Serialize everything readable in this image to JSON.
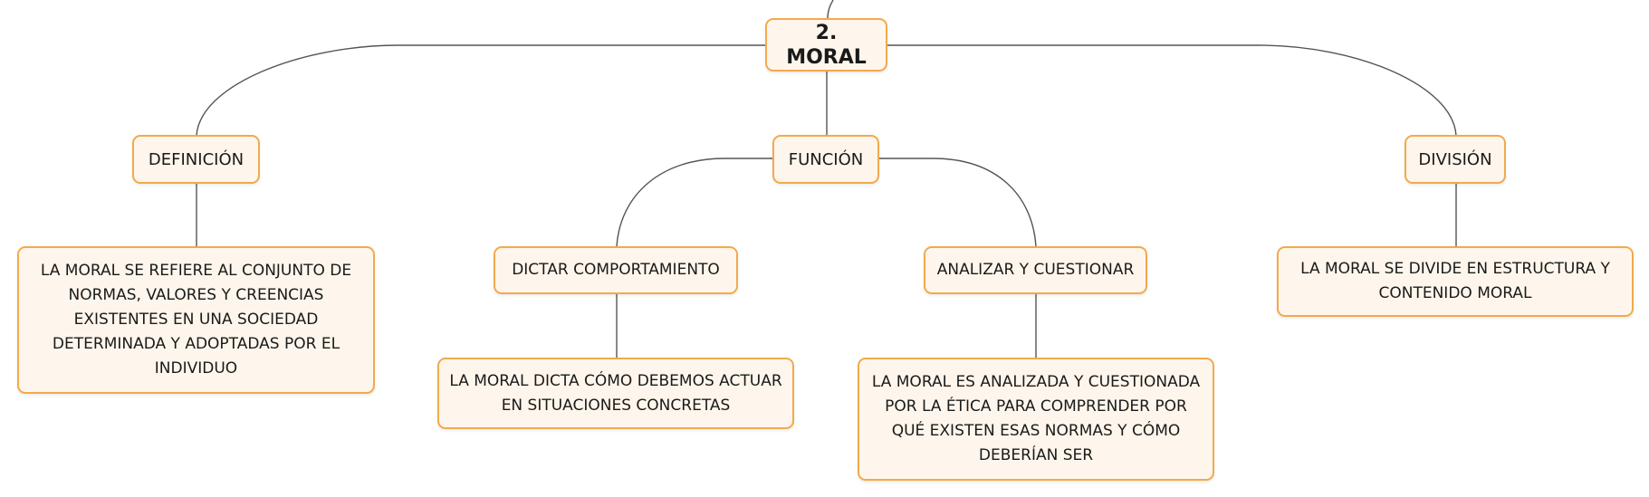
{
  "colors": {
    "node_border": "#f2aa4c",
    "node_fill": "#fef6ec",
    "connector": "#555555"
  },
  "root": {
    "label": "2. MORAL"
  },
  "branches": {
    "definicion": {
      "label": "DEFINICIÓN",
      "detail": "LA MORAL SE REFIERE AL CONJUNTO DE NORMAS, VALORES Y CREENCIAS EXISTENTES EN UNA SOCIEDAD DETERMINADA Y ADOPTADAS POR EL INDIVIDUO"
    },
    "funcion": {
      "label": "FUNCIÓN",
      "children": {
        "dictar": {
          "label": "DICTAR COMPORTAMIENTO",
          "detail": "LA MORAL DICTA CÓMO DEBEMOS ACTUAR EN SITUACIONES CONCRETAS"
        },
        "analizar": {
          "label": "ANALIZAR Y CUESTIONAR",
          "detail": "LA MORAL ES ANALIZADA Y CUESTIONADA POR LA ÉTICA PARA COMPRENDER POR QUÉ EXISTEN ESAS NORMAS Y CÓMO DEBERÍAN SER"
        }
      }
    },
    "division": {
      "label": "DIVISIÓN",
      "detail": "LA MORAL SE DIVIDE EN ESTRUCTURA Y CONTENIDO MORAL"
    }
  }
}
